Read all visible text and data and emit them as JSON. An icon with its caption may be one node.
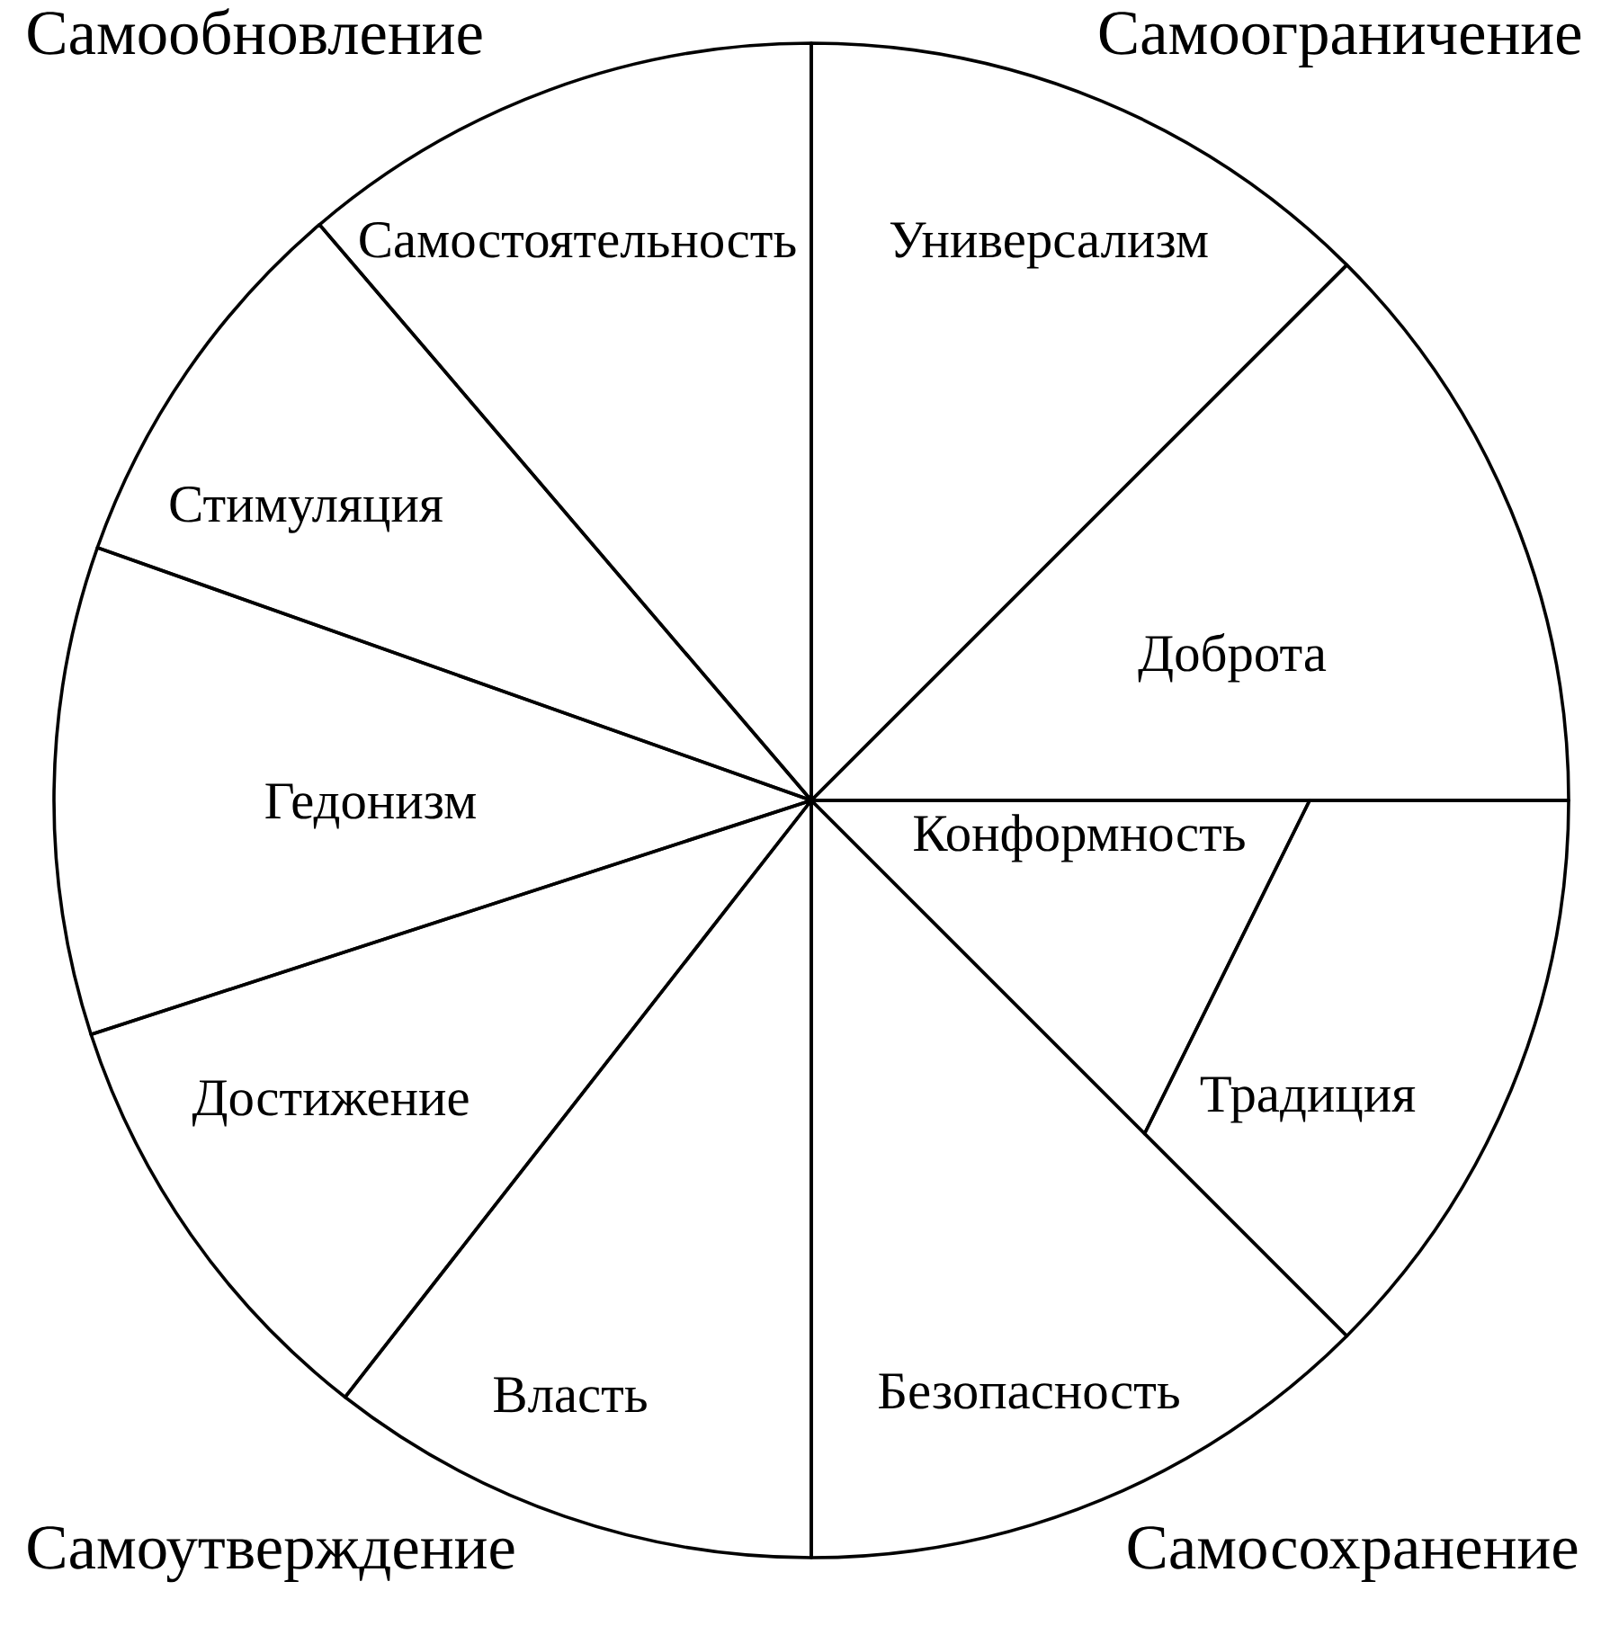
{
  "diagram": {
    "nodes": [
      {
        "text": [
          "Самостоятельность"
        ]
      },
      {
        "text": [
          "Универсализм"
        ]
      },
      {
        "text": [
          "Стимуляция"
        ]
      },
      {
        "text": [
          "Доброта"
        ]
      },
      {
        "text": [
          "Гедонизм"
        ]
      },
      {
        "text": [
          "Конформность"
        ]
      },
      {
        "text": [
          "Традиция"
        ]
      },
      {
        "text": [
          "Достижение"
        ]
      },
      {
        "text": [
          "Власть"
        ]
      },
      {
        "text": [
          "Безопасность"
        ]
      }
    ],
    "labels": [
      "Самообновление",
      "Самоограничение",
      "Самоутверждение",
      "Самосохранение"
    ]
  }
}
